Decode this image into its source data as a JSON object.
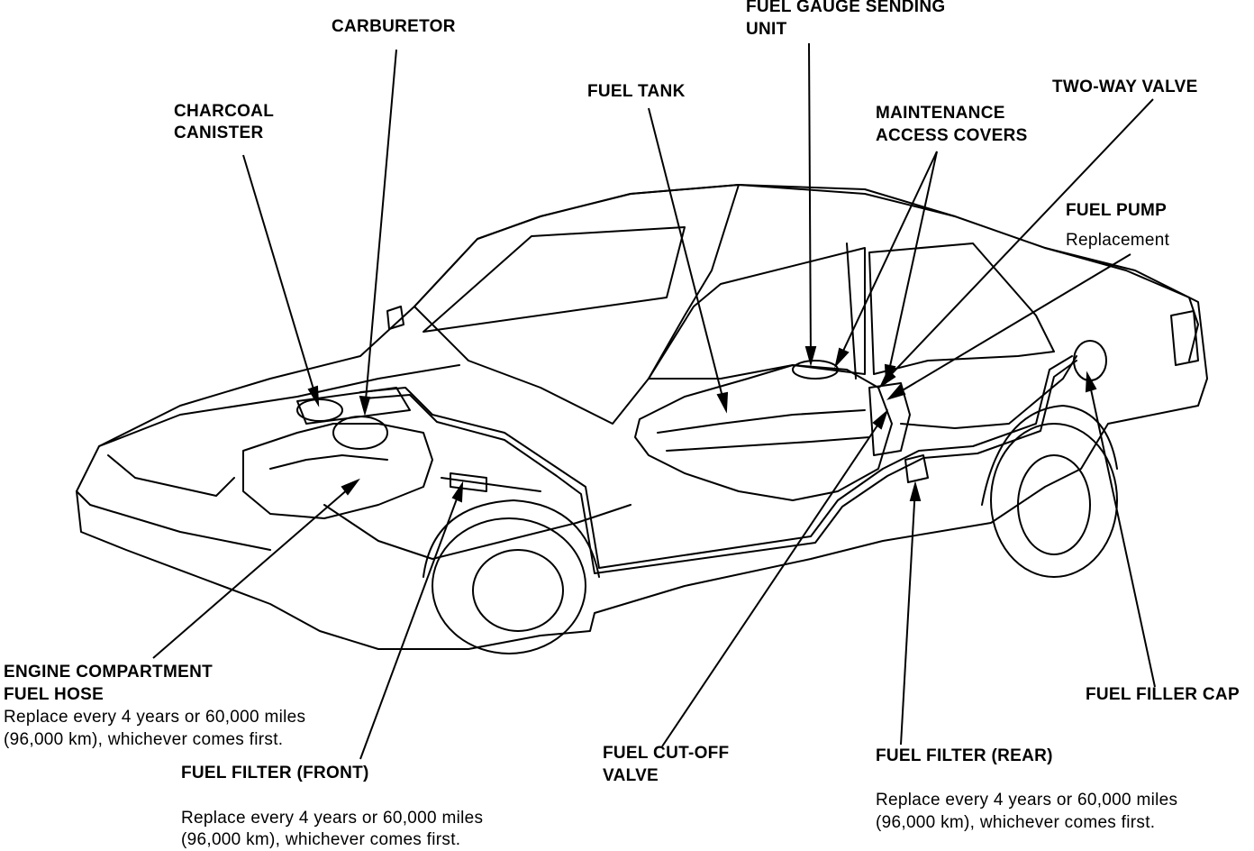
{
  "labels": {
    "carburetor": "CARBURETOR",
    "fuel_gauge_line1": "FUEL GAUGE SENDING",
    "fuel_gauge_line2": "UNIT",
    "charcoal_line1": "CHARCOAL",
    "charcoal_line2": "CANISTER",
    "fuel_tank": "FUEL TANK",
    "maintenance_line1": "MAINTENANCE",
    "maintenance_line2": "ACCESS COVERS",
    "two_way_valve": "TWO-WAY VALVE",
    "fuel_pump": "FUEL PUMP",
    "fuel_pump_note": "Replacement",
    "engine_hose_line1": "ENGINE COMPARTMENT",
    "engine_hose_line2": "FUEL HOSE",
    "engine_hose_note1": "Replace every 4 years or 60,000 miles",
    "engine_hose_note2": "(96,000 km), whichever comes first.",
    "fuel_filter_front": "FUEL FILTER (FRONT)",
    "front_note1": "Replace every 4 years or 60,000 miles",
    "front_note2": "(96,000 km), whichever comes first.",
    "fuel_cutoff_line1": "FUEL CUT-OFF",
    "fuel_cutoff_line2": "VALVE",
    "fuel_filter_rear": "FUEL FILTER (REAR)",
    "rear_note1": "Replace every 4 years or 60,000 miles",
    "rear_note2": "(96,000 km), whichever comes first.",
    "fuel_filler_cap": "FUEL FILLER CAP"
  },
  "colors": {
    "ink": "#000000",
    "paper": "#ffffff"
  }
}
